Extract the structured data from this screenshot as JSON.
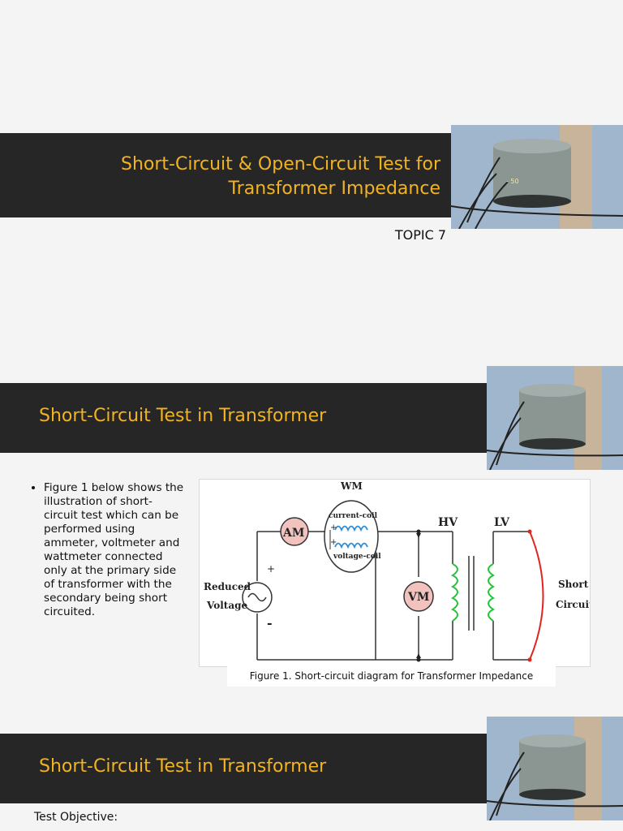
{
  "slide1": {
    "title_line1": "Short-Circuit & Open-Circuit Test for",
    "title_line2": "Transformer Impedance",
    "topic": "TOPIC 7"
  },
  "slide2": {
    "title": "Short-Circuit Test in Transformer",
    "bullet": "Figure 1 below shows the illustration of short-circuit test which can be performed using ammeter, voltmeter and wattmeter connected only at the primary side of transformer with the secondary being short circuited.",
    "figure": {
      "wm": "WM",
      "am": "AM",
      "vm": "VM",
      "current_coil": "current-coil",
      "voltage_coil": "voltage-coil",
      "hv": "HV",
      "lv": "LV",
      "reduced": "Reduced",
      "voltage": "Voltage",
      "short": "Short",
      "circuit": "Circuit",
      "plus": "+",
      "minus": "-"
    },
    "caption": "Figure 1. Short-circuit diagram for Transformer Impedance"
  },
  "slide3": {
    "title": "Short-Circuit Test in Transformer",
    "objective": "Test Objective:"
  },
  "colors": {
    "band": "#262626",
    "title": "#f3b31f",
    "short_wire": "#e0241f",
    "coil": "#22c43a",
    "voltage_coil": "#2a8cd6"
  }
}
